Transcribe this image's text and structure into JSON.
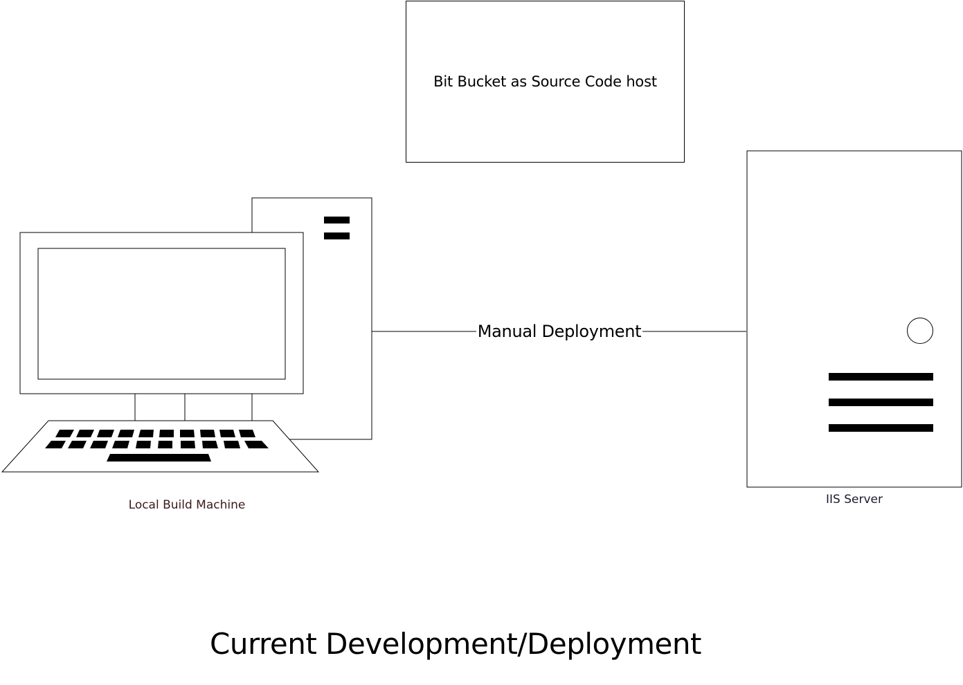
{
  "source_host": {
    "label": "Bit Bucket as Source Code host"
  },
  "connection": {
    "label": "Manual Deployment"
  },
  "local_machine": {
    "label": "Local Build Machine",
    "icon": "desktop-computer-icon"
  },
  "server": {
    "label": "IIS Server",
    "icon": "server-tower-icon"
  },
  "title": "Current Development/Deployment",
  "colors": {
    "stroke": "#000000",
    "background": "#ffffff",
    "local_label_color": "#3b1a1a",
    "server_label_color": "#1a1a33"
  }
}
